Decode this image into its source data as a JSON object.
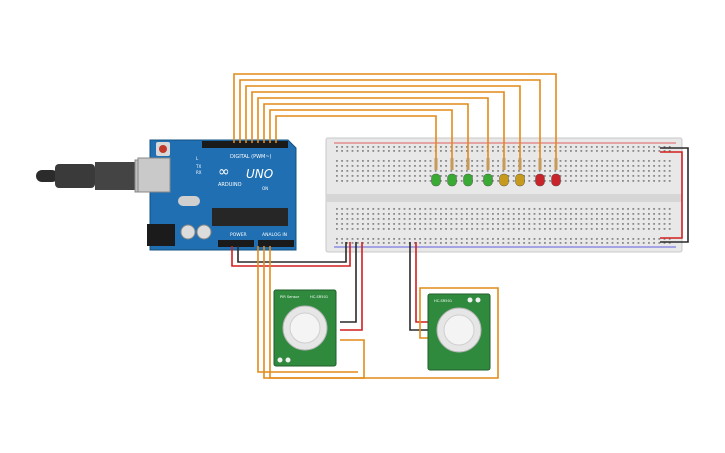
{
  "arduino": {
    "logo": "UNO",
    "brand": "ARDUINO",
    "digital_label": "DIGITAL (PWM~)",
    "power_label": "POWER",
    "analog_label": "ANALOG IN",
    "tx_label": "TX",
    "rx_label": "RX",
    "on_label": "ON",
    "l_label": "L"
  },
  "pir_sensor_1": {
    "title": "PIR Sensor",
    "model": "HC-SR501"
  },
  "pir_sensor_2": {
    "model": "HC-SR501"
  },
  "leds": [
    {
      "color": "#3aa935"
    },
    {
      "color": "#3aa935"
    },
    {
      "color": "#3aa935"
    },
    {
      "color": "#3aa935"
    },
    {
      "color": "#c69a1c"
    },
    {
      "color": "#c69a1c"
    },
    {
      "color": "#c8242b"
    },
    {
      "color": "#c8242b"
    }
  ],
  "colors": {
    "board_blue": "#1f6fb2",
    "wire_orange": "#e38a19",
    "wire_red": "#d11f1f",
    "wire_black": "#2a2a2a",
    "breadboard": "#e8e8e8",
    "sensor_green": "#2f8a3e"
  }
}
